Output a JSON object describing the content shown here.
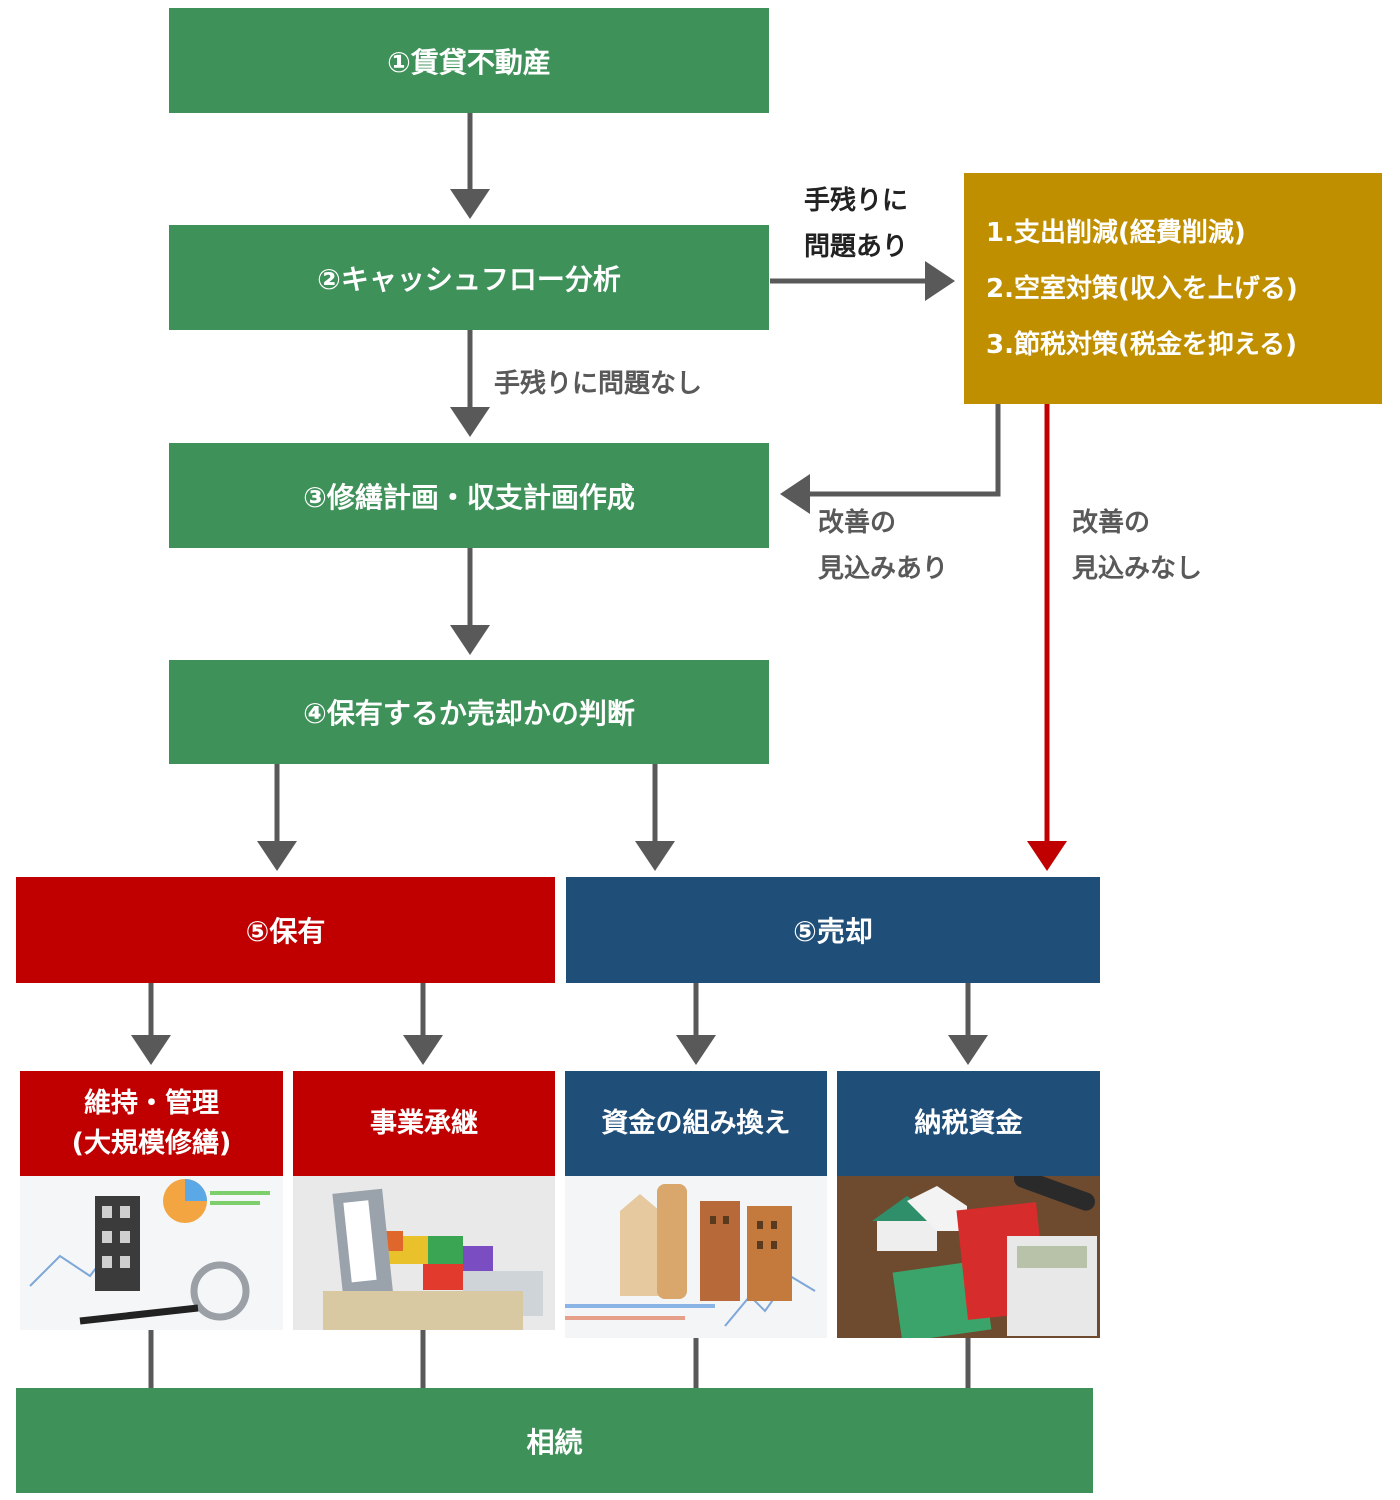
{
  "steps": {
    "s1": "①賃貸不動産",
    "s2": "②キャッシュフロー分析",
    "s3": "③修繕計画・収支計画作成",
    "s4": "④保有するか売却かの判断",
    "hold": "⑤保有",
    "sell": "⑤売却"
  },
  "measures": {
    "m1": "1.支出削減(経費削減)",
    "m2": "2.空室対策(収入を上げる)",
    "m3": "3.節税対策(税金を抑える)"
  },
  "labels": {
    "problem_line1": "手残りに",
    "problem_line2": "問題あり",
    "no_problem": "手残りに問題なし",
    "improve_yes_line1": "改善の",
    "improve_yes_line2": "見込みあり",
    "improve_no_line1": "改善の",
    "improve_no_line2": "見込みなし"
  },
  "outcomes": {
    "maintain_line1": "維持・管理",
    "maintain_line2": "(大規模修繕)",
    "succession": "事業承継",
    "reinvest": "資金の組み換え",
    "tax_fund": "納税資金"
  },
  "final": "相続",
  "colors": {
    "green": "#3f915a",
    "red": "#c00000",
    "blue": "#1f4e79",
    "gold": "#bf8f00",
    "arrow": "#595959"
  }
}
